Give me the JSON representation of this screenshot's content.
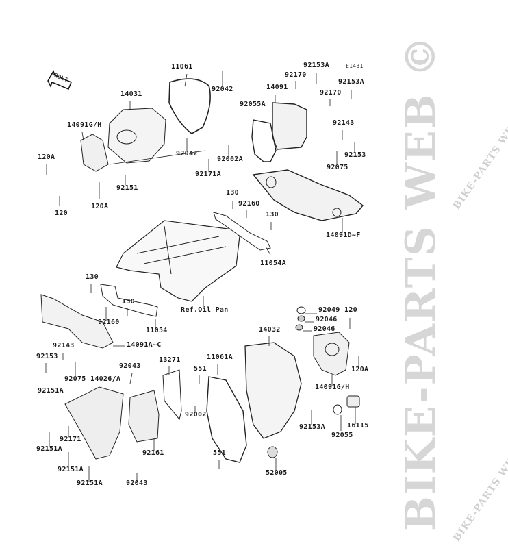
{
  "diagram": {
    "code": "E1431",
    "front_label": "FRONT",
    "watermark_big": "BIKE-PARTS WEB ©",
    "watermark_small": "BIKE-PARTS WEB.",
    "labels": [
      "11061",
      "92042",
      "14031",
      "14091G/H",
      "120A",
      "92042",
      "92002A",
      "92171A",
      "92151",
      "120A",
      "120",
      "92170",
      "92153A",
      "14091",
      "92055A",
      "92153A",
      "92170",
      "92143",
      "92153",
      "92075",
      "14091D~F",
      "130",
      "92160",
      "130",
      "11054A",
      "130",
      "92160",
      "130",
      "11054",
      "Ref.Oil Pan",
      "14091A~C",
      "92143",
      "92153",
      "92075",
      "14026/A",
      "92043",
      "92151A",
      "13271",
      "551",
      "11061A",
      "92002",
      "92171",
      "92151A",
      "92161",
      "92151A",
      "92151A",
      "92043",
      "551",
      "92049",
      "92046",
      "120",
      "92046",
      "14032",
      "120A",
      "14091G/H",
      "92153A",
      "16115",
      "92055",
      "52005"
    ]
  }
}
